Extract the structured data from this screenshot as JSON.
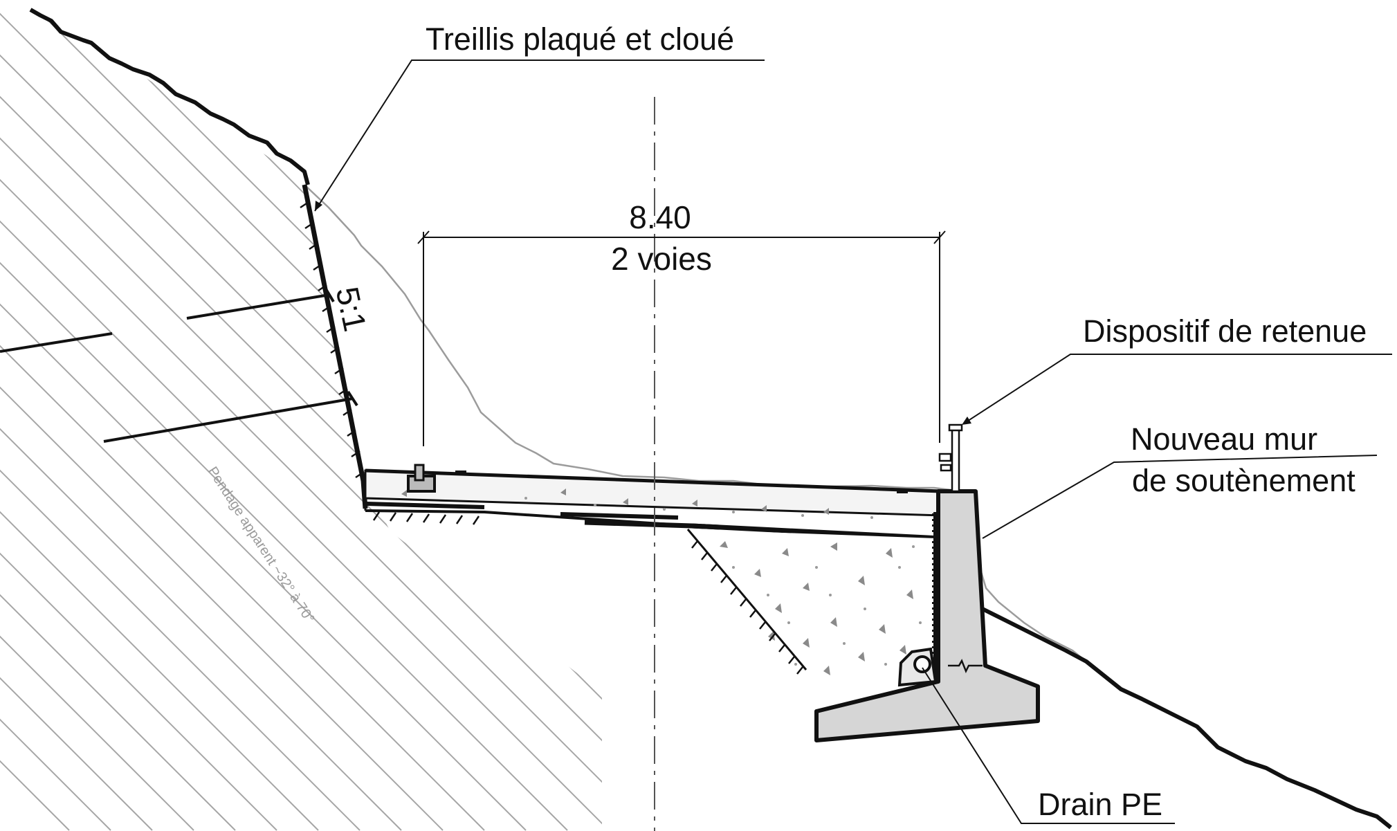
{
  "labels": {
    "mesh": "Treillis plaqué et cloué",
    "barrier": "Dispositif de retenue",
    "wall_line1": "Nouveau mur",
    "wall_line2": "de soutènement",
    "drain": "Drain PE"
  },
  "dimension": {
    "width": "8.40",
    "lanes": "2 voies"
  },
  "slope_ratio": "5:1",
  "dip_note": "Pendage apparent ~32° à 70°",
  "colors": {
    "line": "#111111",
    "hatch": "#a6a6a6",
    "terrain_grey": "#9c9c9c",
    "concrete_fill": "#d6d6d6"
  }
}
